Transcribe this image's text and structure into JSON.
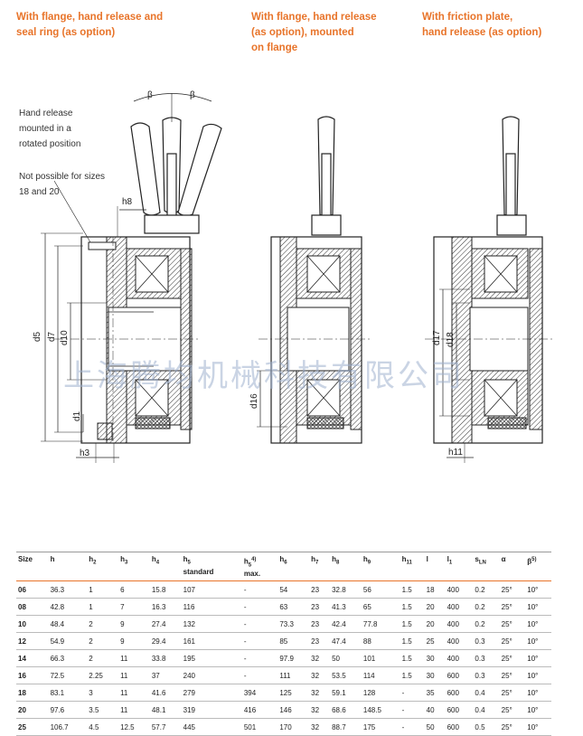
{
  "headers": {
    "col1": [
      "With flange, hand release and",
      "seal ring (as option)"
    ],
    "col2": [
      "With flange, hand release",
      "(as option), mounted",
      "on flange"
    ],
    "col3": [
      "With friction plate,",
      "hand release (as option)"
    ]
  },
  "annotations": {
    "hand_release": [
      "Hand release",
      "mounted in a",
      "rotated position"
    ],
    "not_possible": [
      "Not possible for sizes",
      "18 and 20"
    ]
  },
  "dims": {
    "beta1": "β",
    "beta2": "β",
    "h8": "h8",
    "d5": "d5",
    "d7": "d7",
    "d10": "d10",
    "d1": "d1",
    "h3": "h3",
    "d16": "d16",
    "d17": "d17",
    "d18": "d18",
    "h11": "h11"
  },
  "watermark": "上海腾均机械科技有限公司",
  "table": {
    "headers": [
      {
        "main": "Size",
        "sub": ""
      },
      {
        "main": "h",
        "sub": ""
      },
      {
        "main": "h",
        "sub": "2"
      },
      {
        "main": "h",
        "sub": "3"
      },
      {
        "main": "h",
        "sub": "4"
      },
      {
        "main": "h",
        "sub": "5",
        "extra": "standard"
      },
      {
        "main": "h",
        "sub": "5",
        "sup": "4)",
        "extra": "max."
      },
      {
        "main": "h",
        "sub": "6"
      },
      {
        "main": "h",
        "sub": "7"
      },
      {
        "main": "h",
        "sub": "8"
      },
      {
        "main": "h",
        "sub": "9"
      },
      {
        "main": "h",
        "sub": "11"
      },
      {
        "main": "l",
        "sub": ""
      },
      {
        "main": "l",
        "sub": "1"
      },
      {
        "main": "s",
        "sub": "LN"
      },
      {
        "main": "α",
        "sub": ""
      },
      {
        "main": "β",
        "sub": "",
        "sup": "5)"
      }
    ],
    "rows": [
      [
        "06",
        "36.3",
        "1",
        "6",
        "15.8",
        "107",
        "-",
        "54",
        "23",
        "32.8",
        "56",
        "1.5",
        "18",
        "400",
        "0.2",
        "25°",
        "10°"
      ],
      [
        "08",
        "42.8",
        "1",
        "7",
        "16.3",
        "116",
        "-",
        "63",
        "23",
        "41.3",
        "65",
        "1.5",
        "20",
        "400",
        "0.2",
        "25°",
        "10°"
      ],
      [
        "10",
        "48.4",
        "2",
        "9",
        "27.4",
        "132",
        "-",
        "73.3",
        "23",
        "42.4",
        "77.8",
        "1.5",
        "20",
        "400",
        "0.2",
        "25°",
        "10°"
      ],
      [
        "12",
        "54.9",
        "2",
        "9",
        "29.4",
        "161",
        "-",
        "85",
        "23",
        "47.4",
        "88",
        "1.5",
        "25",
        "400",
        "0.3",
        "25°",
        "10°"
      ],
      [
        "14",
        "66.3",
        "2",
        "11",
        "33.8",
        "195",
        "-",
        "97.9",
        "32",
        "50",
        "101",
        "1.5",
        "30",
        "400",
        "0.3",
        "25°",
        "10°"
      ],
      [
        "16",
        "72.5",
        "2.25",
        "11",
        "37",
        "240",
        "-",
        "111",
        "32",
        "53.5",
        "114",
        "1.5",
        "30",
        "600",
        "0.3",
        "25°",
        "10°"
      ],
      [
        "18",
        "83.1",
        "3",
        "11",
        "41.6",
        "279",
        "394",
        "125",
        "32",
        "59.1",
        "128",
        "-",
        "35",
        "600",
        "0.4",
        "25°",
        "10°"
      ],
      [
        "20",
        "97.6",
        "3.5",
        "11",
        "48.1",
        "319",
        "416",
        "146",
        "32",
        "68.6",
        "148.5",
        "-",
        "40",
        "600",
        "0.4",
        "25°",
        "10°"
      ],
      [
        "25",
        "106.7",
        "4.5",
        "12.5",
        "57.7",
        "445",
        "501",
        "170",
        "32",
        "88.7",
        "175",
        "-",
        "50",
        "600",
        "0.5",
        "25°",
        "10°"
      ]
    ]
  },
  "colors": {
    "accent": "#e8742a",
    "watermark": "#9fb1cf"
  }
}
